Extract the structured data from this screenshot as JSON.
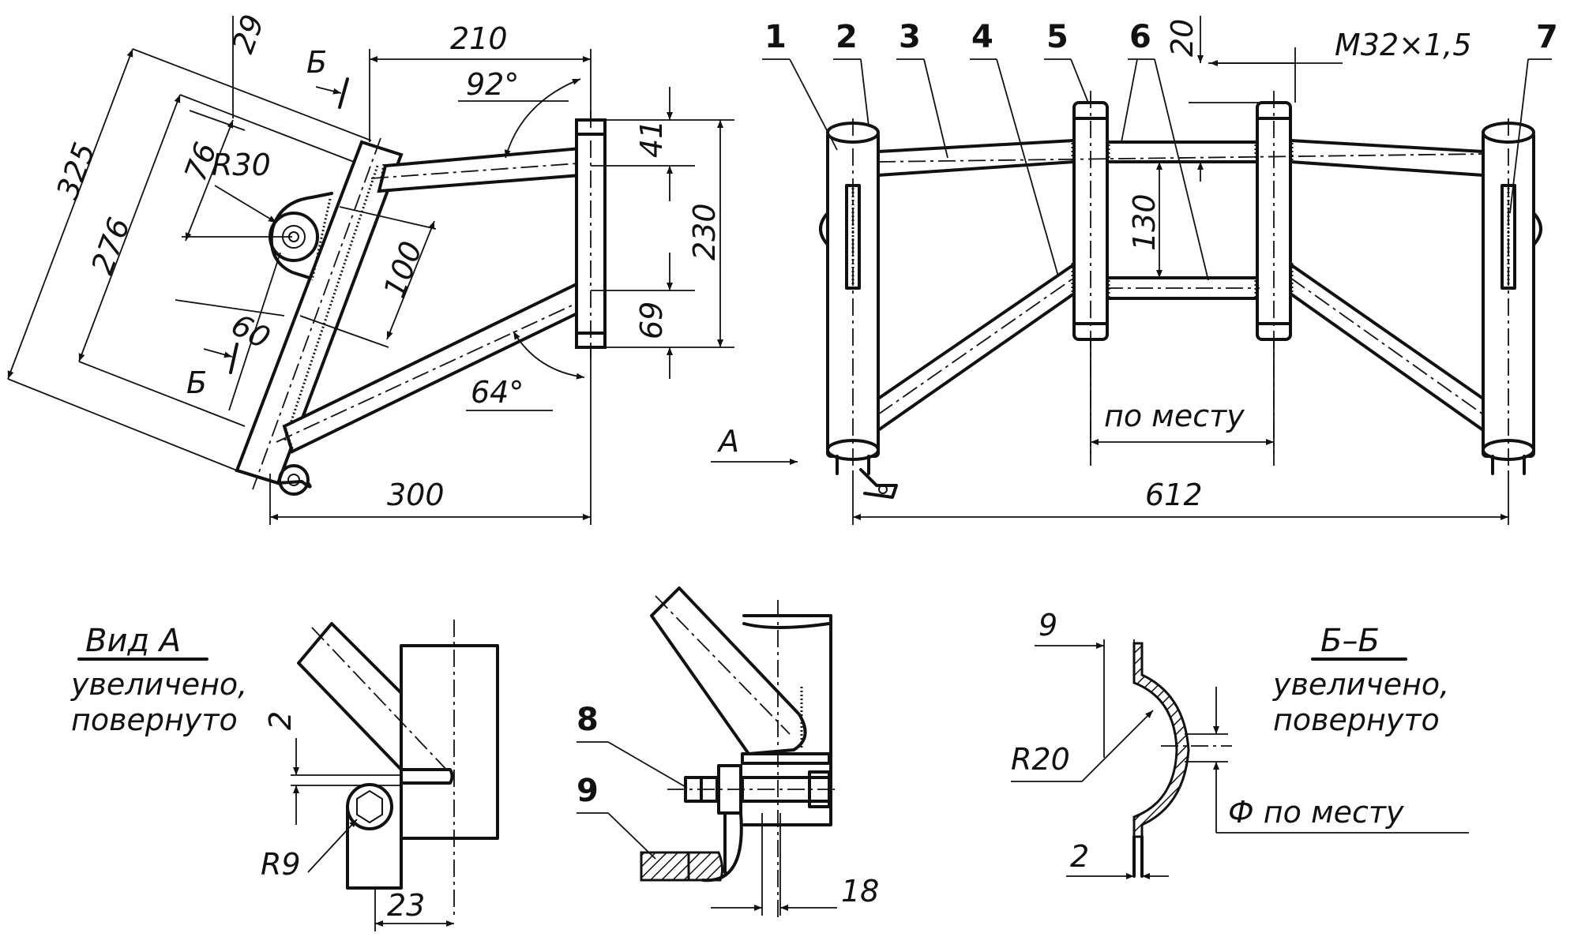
{
  "main_view": {
    "dims": {
      "d325": "325",
      "d276": "276",
      "d29": "29",
      "d76": "76",
      "r30": "R30",
      "d60": "60",
      "d100": "100",
      "d210": "210",
      "a92": "92°",
      "a64": "64°",
      "d41": "41",
      "d230": "230",
      "d69": "69",
      "d300": "300"
    },
    "section_mark": "Б"
  },
  "front_view": {
    "parts": [
      "1",
      "2",
      "3",
      "4",
      "5",
      "6",
      "7"
    ],
    "dims": {
      "d20": "20",
      "thread": "M32×1,5",
      "d130": "130",
      "in_place": "по месту",
      "d612": "612"
    },
    "arrow_label": "А"
  },
  "view_a": {
    "title": "Вид А",
    "note_line1": "увеличено,",
    "note_line2": "повернуто",
    "dims": {
      "d2": "2",
      "r9": "R9",
      "d23": "23"
    }
  },
  "detail": {
    "parts": [
      "8",
      "9"
    ],
    "dims": {
      "d18": "18"
    }
  },
  "section_bb": {
    "title": "Б–Б",
    "note_line1": "увеличено,",
    "note_line2": "повернуто",
    "dims": {
      "d9": "9",
      "r20": "R20",
      "d2": "2",
      "diam": "Ф по месту"
    }
  }
}
